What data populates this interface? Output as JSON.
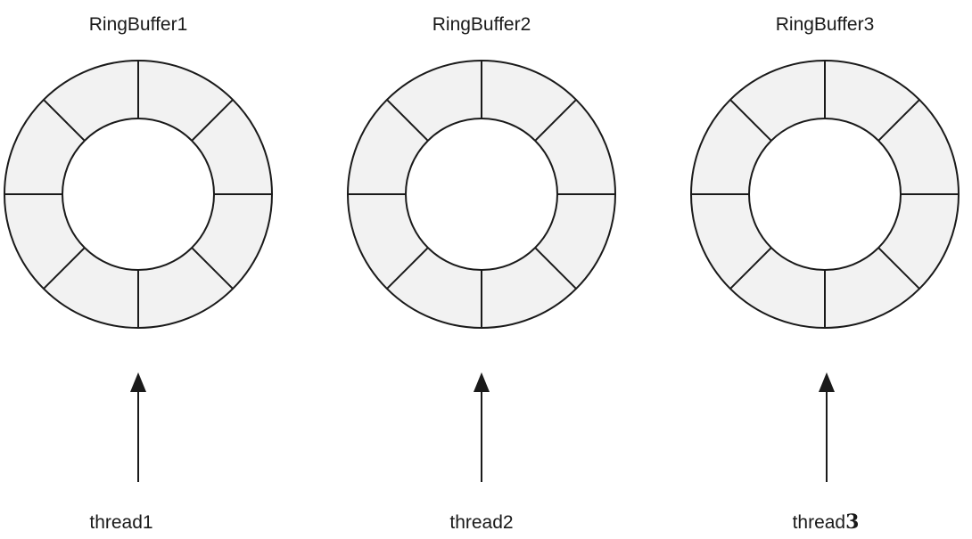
{
  "ring_buffers": [
    {
      "title": "RingBuffer1",
      "slots": 8,
      "thread": {
        "label": "thread",
        "suffix": "1"
      }
    },
    {
      "title": "RingBuffer2",
      "slots": 8,
      "thread": {
        "label": "thread",
        "suffix": "2"
      }
    },
    {
      "title": "RingBuffer3",
      "slots": 8,
      "thread": {
        "label": "thread",
        "suffix": "3"
      }
    }
  ],
  "colors": {
    "ring_fill": "#f2f2f2",
    "stroke": "#1a1a1a",
    "background": "#ffffff"
  }
}
